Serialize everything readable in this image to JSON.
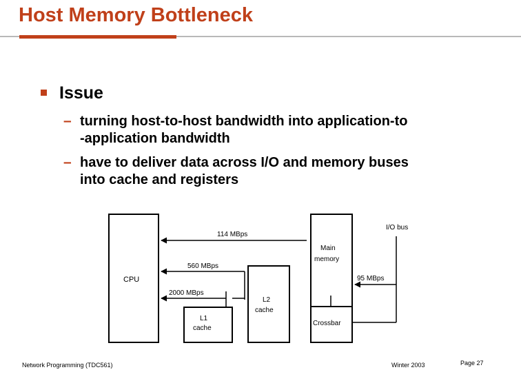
{
  "slide": {
    "title": "Host Memory Bottleneck",
    "accent_color": "#c0401a"
  },
  "bullets": {
    "main": "Issue",
    "subs": [
      [
        "turning host-to-host bandwidth into application-to",
        "-application bandwidth"
      ],
      [
        "have to deliver data across I/O and memory buses",
        "into cache and registers"
      ]
    ]
  },
  "diagram": {
    "cpu": "CPU",
    "l1": [
      "L1",
      "cache"
    ],
    "l2": [
      "L2",
      "cache"
    ],
    "main_memory": [
      "Main",
      "memory"
    ],
    "crossbar": "Crossbar",
    "io_bus": "I/O bus",
    "rates": {
      "r114": "114 MBps",
      "r560": "560 MBps",
      "r2000": "2000 MBps",
      "r95": "95 MBps"
    }
  },
  "footer": {
    "left": "Network Programming (TDC561)",
    "center": "Winter  2003",
    "right": "Page 27"
  }
}
